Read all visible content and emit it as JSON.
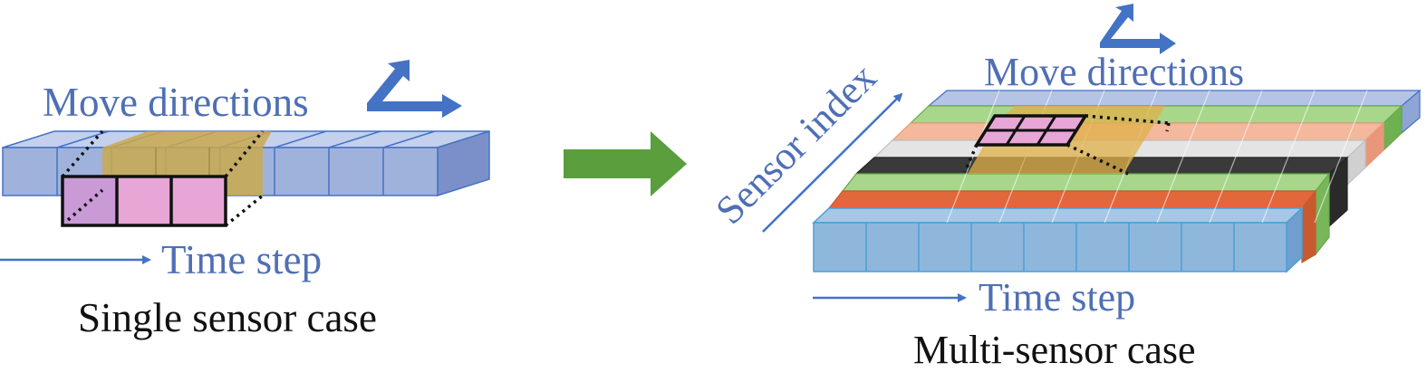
{
  "left": {
    "move_label": "Move directions",
    "time_label": "Time step",
    "caption": "Single sensor case"
  },
  "right": {
    "move_label": "Move directions",
    "time_label": "Time step",
    "sensor_label": "Sensor index",
    "caption": "Multi-sensor case"
  },
  "colors": {
    "text_blue": "#4f6fb5",
    "arrow_blue": "#4472c4",
    "transition_arrow": "#5a9e3e",
    "single_sensor_row": "#9fb2dc",
    "window_yellow": "#c9a94e",
    "window_pink": "#e7a6d6",
    "multi_rows": [
      "#b4c3e6",
      "#a8d68b",
      "#f4b89c",
      "#e4e4e4",
      "#3a3a3a",
      "#a8d68b",
      "#e2673a",
      "#8fb7dc"
    ]
  },
  "icons": [
    "move-directions-icon",
    "time-step-arrow-icon",
    "transition-arrow-icon",
    "sensor-index-arrow-icon"
  ]
}
